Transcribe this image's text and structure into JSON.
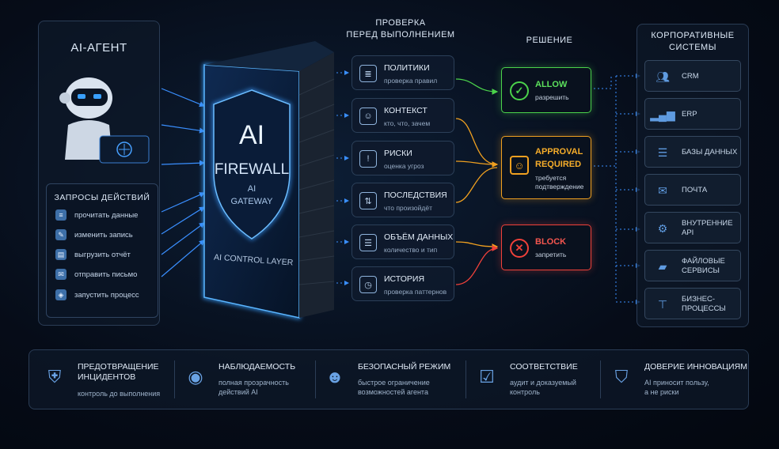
{
  "agent": {
    "title": "AI-АГЕНТ",
    "requests_title": "ЗАПРОСЫ ДЕЙСТВИЙ",
    "requests": [
      {
        "label": "прочитать данные",
        "icon": "document-icon"
      },
      {
        "label": "изменить запись",
        "icon": "pencil-icon"
      },
      {
        "label": "выгрузить отчёт",
        "icon": "report-icon"
      },
      {
        "label": "отправить письмо",
        "icon": "mail-icon"
      },
      {
        "label": "запустить процесс",
        "icon": "shield-process-icon"
      }
    ]
  },
  "firewall": {
    "title": "AI",
    "subtitle": "FIREWALL",
    "gateway_line1": "AI",
    "gateway_line2": "GATEWAY",
    "control_layer": "AI CONTROL LAYER"
  },
  "checks": {
    "title_line1": "ПРОВЕРКА",
    "title_line2": "ПЕРЕД ВЫПОЛНЕНИЕМ",
    "items": [
      {
        "title": "ПОЛИТИКИ",
        "desc": "проверка правил",
        "icon": "policy-document-icon"
      },
      {
        "title": "КОНТЕКСТ",
        "desc": "кто, что, зачем",
        "icon": "person-icon"
      },
      {
        "title": "РИСКИ",
        "desc": "оценка угроз",
        "icon": "warning-shield-icon"
      },
      {
        "title": "ПОСЛЕДСТВИЯ",
        "desc": "что произойдёт",
        "icon": "arrows-icon"
      },
      {
        "title": "ОБЪЁМ ДАННЫХ",
        "desc": "количество и тип",
        "icon": "database-icon"
      },
      {
        "title": "ИСТОРИЯ",
        "desc": "проверка паттернов",
        "icon": "clock-icon"
      }
    ]
  },
  "decision": {
    "title": "РЕШЕНИЕ",
    "allow": {
      "label": "ALLOW",
      "desc": "разрешить",
      "color": "#4bd24b"
    },
    "approval": {
      "label_line1": "APPROVAL",
      "label_line2": "REQUIRED",
      "desc_line1": "требуется",
      "desc_line2": "подтверждение",
      "color": "#f0a020"
    },
    "block": {
      "label": "BLOCK",
      "desc": "запретить",
      "color": "#f0413a"
    }
  },
  "systems": {
    "title_line1": "КОРПОРАТИВНЫЕ",
    "title_line2": "СИСТЕМЫ",
    "items": [
      {
        "line1": "CRM",
        "line2": "",
        "icon": "users-icon"
      },
      {
        "line1": "ERP",
        "line2": "",
        "icon": "bar-chart-icon"
      },
      {
        "line1": "БАЗЫ ДАННЫХ",
        "line2": "",
        "icon": "database-icon"
      },
      {
        "line1": "ПОЧТА",
        "line2": "",
        "icon": "mail-icon"
      },
      {
        "line1": "ВНУТРЕННИЕ",
        "line2": "API",
        "icon": "gear-icon"
      },
      {
        "line1": "ФАЙЛОВЫЕ",
        "line2": "СЕРВИСЫ",
        "icon": "folder-icon"
      },
      {
        "line1": "БИЗНЕС-",
        "line2": "ПРОЦЕССЫ",
        "icon": "org-chart-icon"
      }
    ]
  },
  "features": [
    {
      "title_line1": "ПРЕДОТВРАЩЕНИЕ",
      "title_line2": "ИНЦИДЕНТОВ",
      "desc_line1": "контроль до выполнения",
      "desc_line2": "",
      "icon": "shield-chip-icon"
    },
    {
      "title_line1": "НАБЛЮДАЕМОСТЬ",
      "title_line2": "",
      "desc_line1": "полная прозрачность",
      "desc_line2": "действий AI",
      "icon": "eye-icon"
    },
    {
      "title_line1": "БЕЗОПАСНЫЙ РЕЖИМ",
      "title_line2": "",
      "desc_line1": "быстрое ограничение",
      "desc_line2": "возможностей агента",
      "icon": "user-shield-icon"
    },
    {
      "title_line1": "СООТВЕТСТВИЕ",
      "title_line2": "",
      "desc_line1": "аудит и доказуемый",
      "desc_line2": "контроль",
      "icon": "clipboard-check-icon"
    },
    {
      "title_line1": "ДОВЕРИЕ ИННОВАЦИЯМ",
      "title_line2": "",
      "desc_line1": "AI приносит пользу,",
      "desc_line2": "а не риски",
      "icon": "shield-person-icon"
    }
  ],
  "colors": {
    "accent": "#2f8fff",
    "allow": "#4bd24b",
    "approval": "#f0a020",
    "block": "#f0413a"
  }
}
